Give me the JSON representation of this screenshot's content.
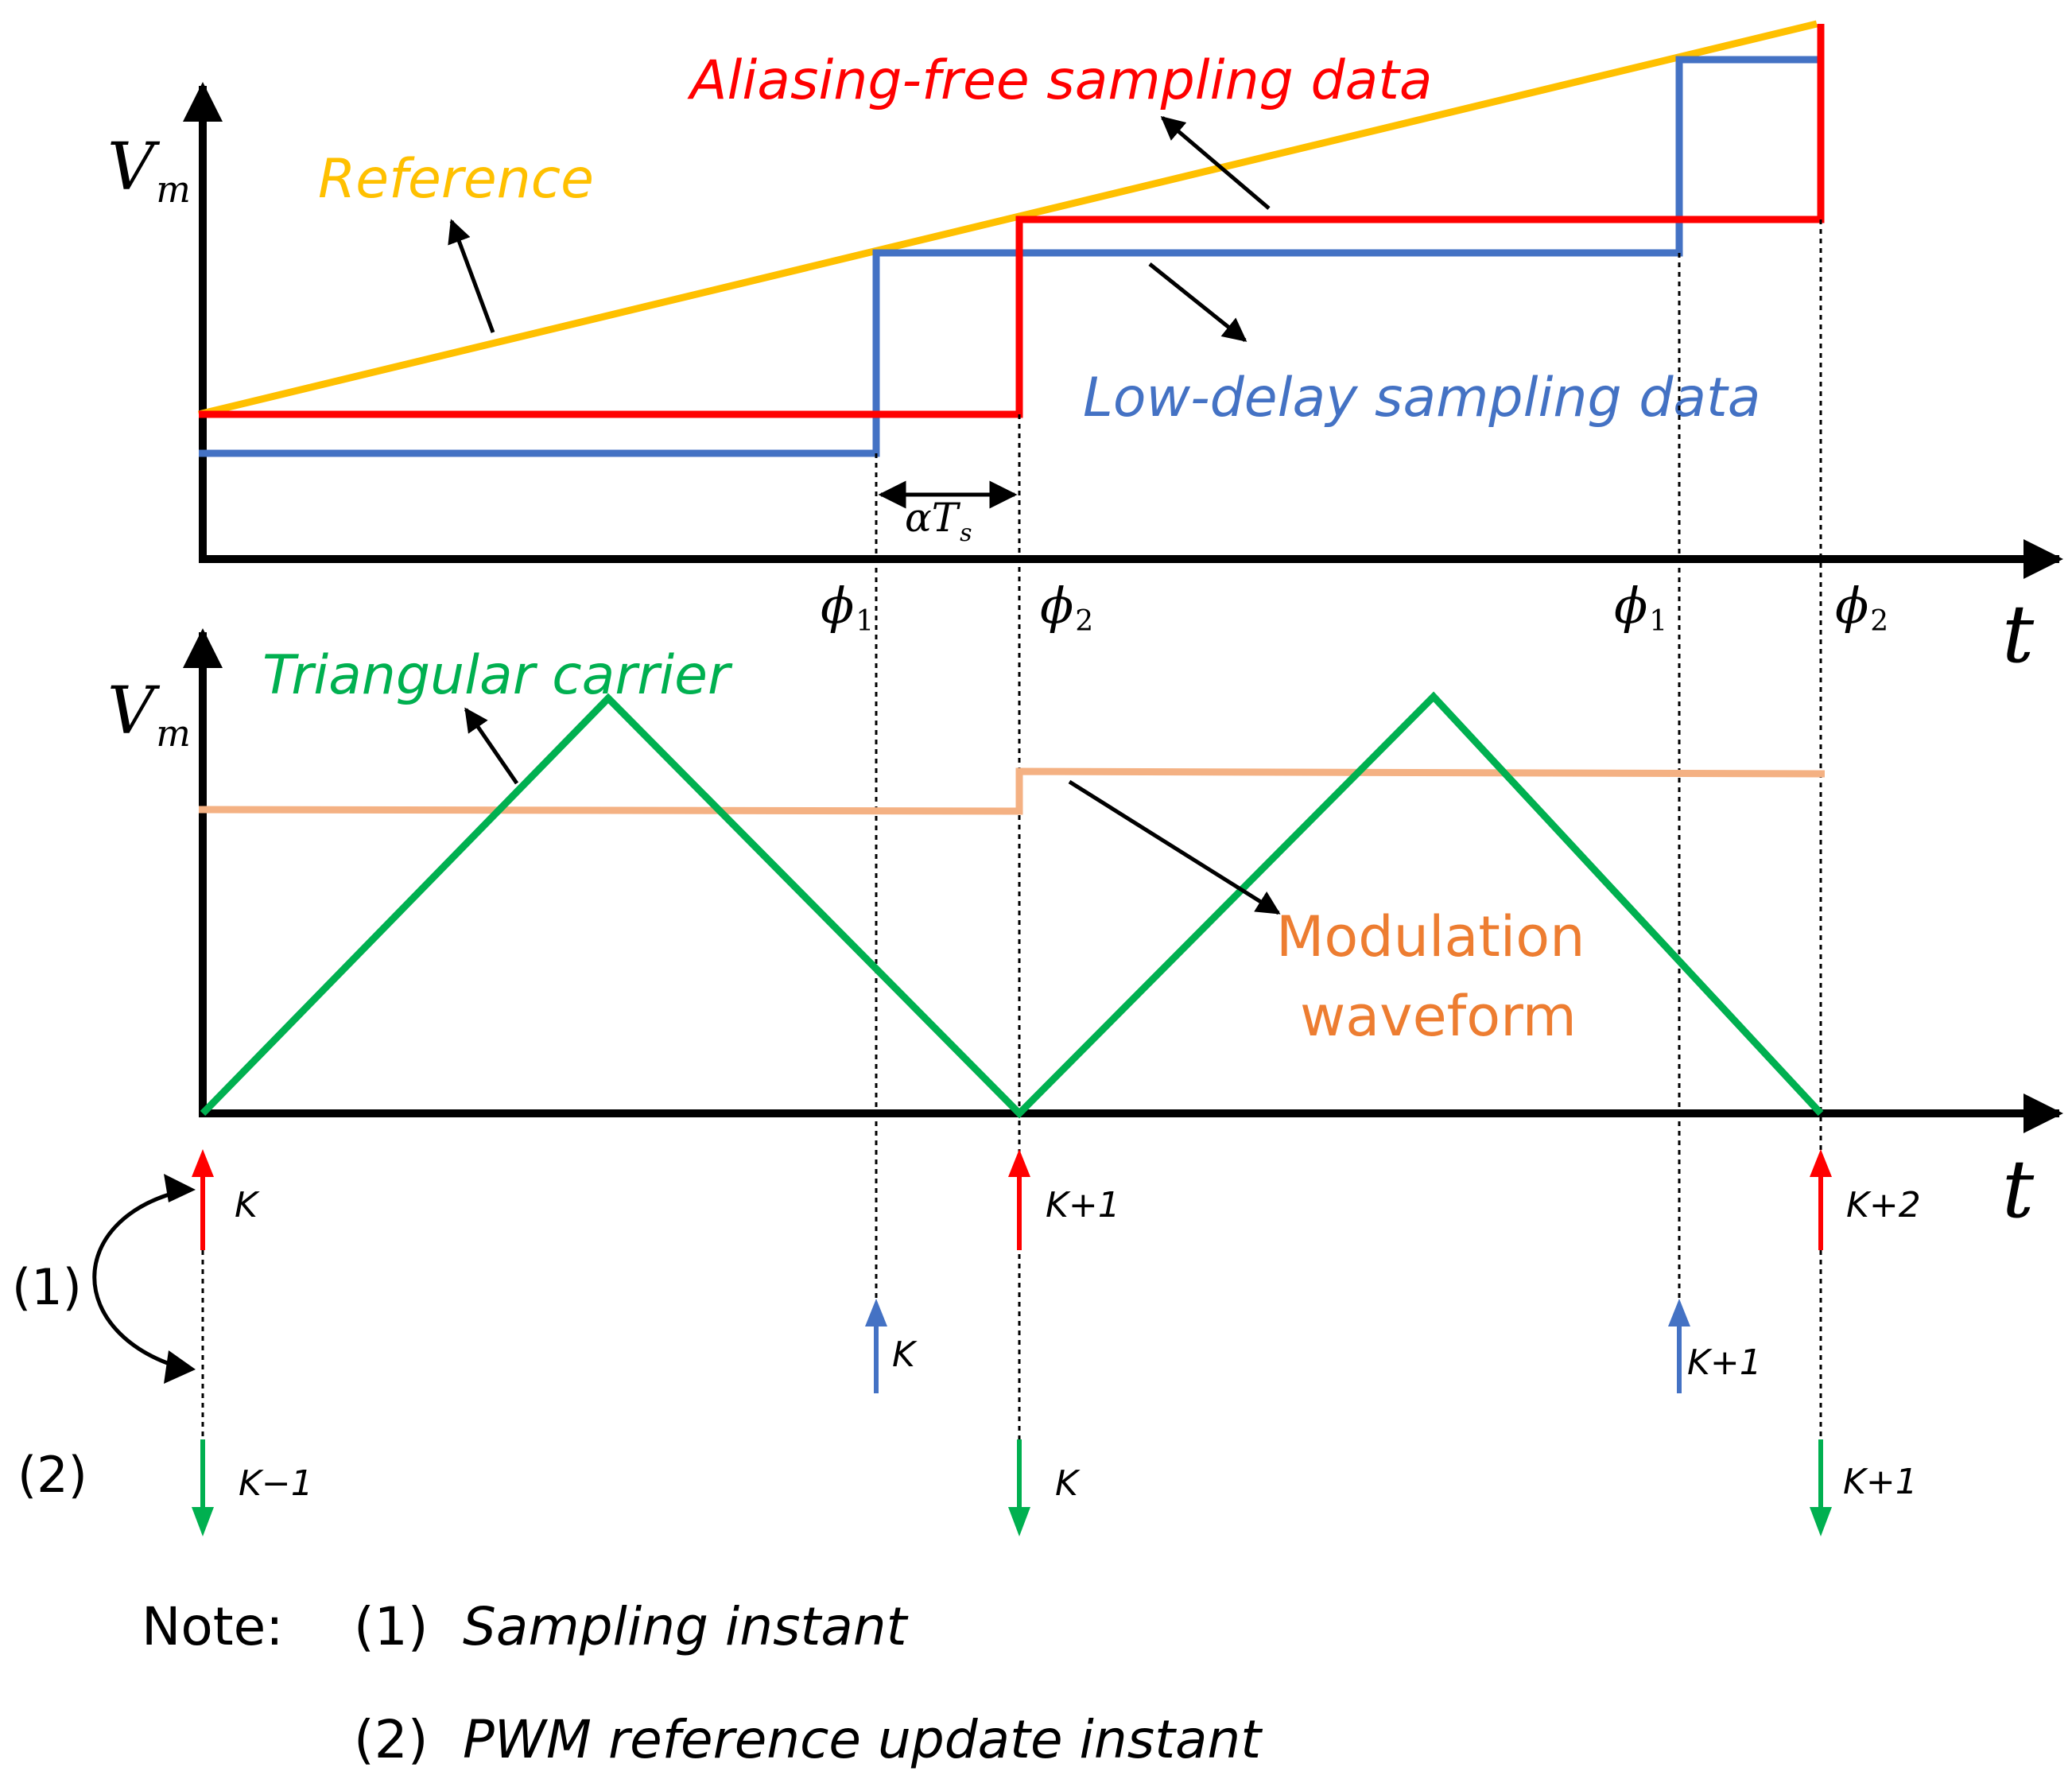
{
  "colors": {
    "axis": "#000000",
    "reference": "#FFC000",
    "aliasing_free": "#FF0000",
    "low_delay": "#4472C4",
    "carrier": "#00B050",
    "modulation_line": "#F4B183",
    "modulation_text": "#ED7D31",
    "sample_arrow_red": "#FF0000",
    "sample_arrow_blue": "#4472C4",
    "update_arrow_green": "#00B050"
  },
  "top": {
    "y_axis_label": "V",
    "y_axis_sub": "m",
    "t_axis_label": "t",
    "reference_label": "Reference",
    "aliasing_free_label": "Aliasing-free sampling data",
    "low_delay_label": "Low-delay sampling data",
    "delay_label": "αT",
    "delay_sub": "s",
    "phase_labels": [
      {
        "sym": "ϕ",
        "sub": "1"
      },
      {
        "sym": "ϕ",
        "sub": "2"
      },
      {
        "sym": "ϕ",
        "sub": "1"
      },
      {
        "sym": "ϕ",
        "sub": "2"
      }
    ]
  },
  "bottom": {
    "y_axis_label": "V",
    "y_axis_sub": "m",
    "t_axis_label": "t",
    "carrier_label": "Triangular carrier",
    "modulation_label_line1": "Modulation",
    "modulation_label_line2": "waveform"
  },
  "events": {
    "marker_1": "(1)",
    "marker_2": "(2)",
    "red_sampling": [
      "K",
      "K+1",
      "K+2"
    ],
    "blue_sampling": [
      "K",
      "K+1"
    ],
    "green_update": [
      "K−1",
      "K",
      "K+1"
    ]
  },
  "note": {
    "title": "Note:",
    "item1_num": "(1)",
    "item1_text": "Sampling instant",
    "item2_num": "(2)",
    "item2_text": "PWM reference update instant"
  }
}
